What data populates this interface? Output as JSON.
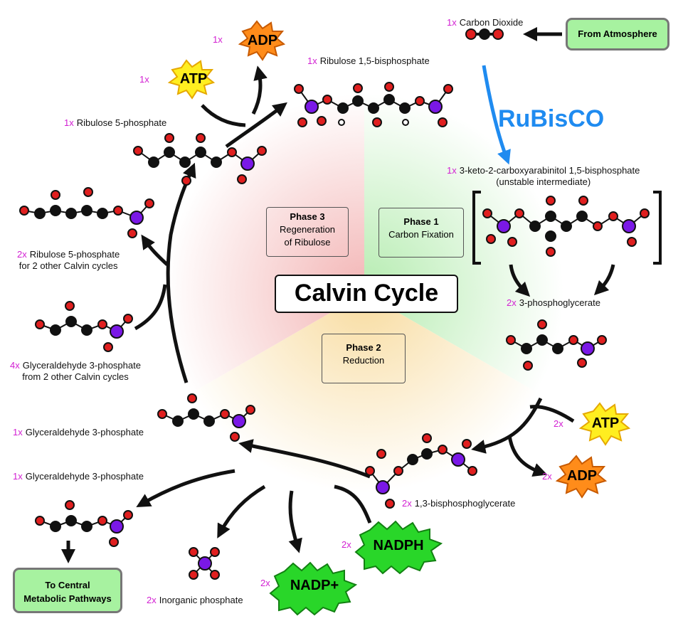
{
  "title": "Calvin Cycle",
  "enzyme": "RuBisCO",
  "phases": [
    {
      "name": "Phase 1",
      "desc": "Carbon Fixation"
    },
    {
      "name": "Phase 2",
      "desc": "Reduction"
    },
    {
      "name": "Phase 3",
      "desc_line1": "Regeneration",
      "desc_line2": "of Ribulose"
    }
  ],
  "boxes": {
    "from_atmosphere": "From Atmosphere",
    "central_line1": "To Central",
    "central_line2": "Metabolic Pathways"
  },
  "bursts": {
    "atp_top": {
      "count": "1x",
      "label": "ATP"
    },
    "adp_top": {
      "count": "1x",
      "label": "ADP"
    },
    "atp_right": {
      "count": "2x",
      "label": "ATP"
    },
    "adp_right": {
      "count": "2x",
      "label": "ADP"
    },
    "nadph": {
      "count": "2x",
      "label": "NADPH"
    },
    "nadp": {
      "count": "2x",
      "label": "NADP+"
    }
  },
  "molecules": {
    "co2": {
      "count": "1x",
      "name": "Carbon Dioxide"
    },
    "rubp": {
      "count": "1x",
      "name": "Ribulose 1,5-bisphosphate"
    },
    "intermediate": {
      "count": "1x",
      "name": "3-keto-2-carboxyarabinitol 1,5-bisphosphate",
      "note": "(unstable intermediate)"
    },
    "pga": {
      "count": "2x",
      "name": "3-phosphoglycerate"
    },
    "bpg": {
      "count": "2x",
      "name": "1,3-bisphosphoglycerate"
    },
    "g3p": {
      "count": "1x",
      "name": "Glyceraldehyde 3-phosphate"
    },
    "g3p_out": {
      "count": "1x",
      "name": "Glyceraldehyde 3-phosphate"
    },
    "pi": {
      "count": "2x",
      "name": "Inorganic phosphate"
    },
    "g3p_4x": {
      "count": "4x",
      "name_line1": "Glyceraldehyde 3-phosphate",
      "name_line2": "from 2 other Calvin cycles"
    },
    "r5p_2x": {
      "count": "2x",
      "name_line1": "Ribulose 5-phosphate",
      "name_line2": "for 2 other Calvin cycles"
    },
    "r5p": {
      "count": "1x",
      "name": "Ribulose 5-phosphate"
    }
  },
  "colors": {
    "phase1": "#b5ecb0",
    "phase2": "#f8dca0",
    "phase3": "#f3b5b5",
    "oxygen": "#e01f1f",
    "carbon": "#111111",
    "hydrogen": "#ffffff",
    "phosphorus": "#7a18e6",
    "atp": "#ffee20",
    "adp": "#ff8c1a",
    "nadph": "#29d629",
    "rubisco": "#1f8bf0",
    "count": "#d21fd2"
  }
}
